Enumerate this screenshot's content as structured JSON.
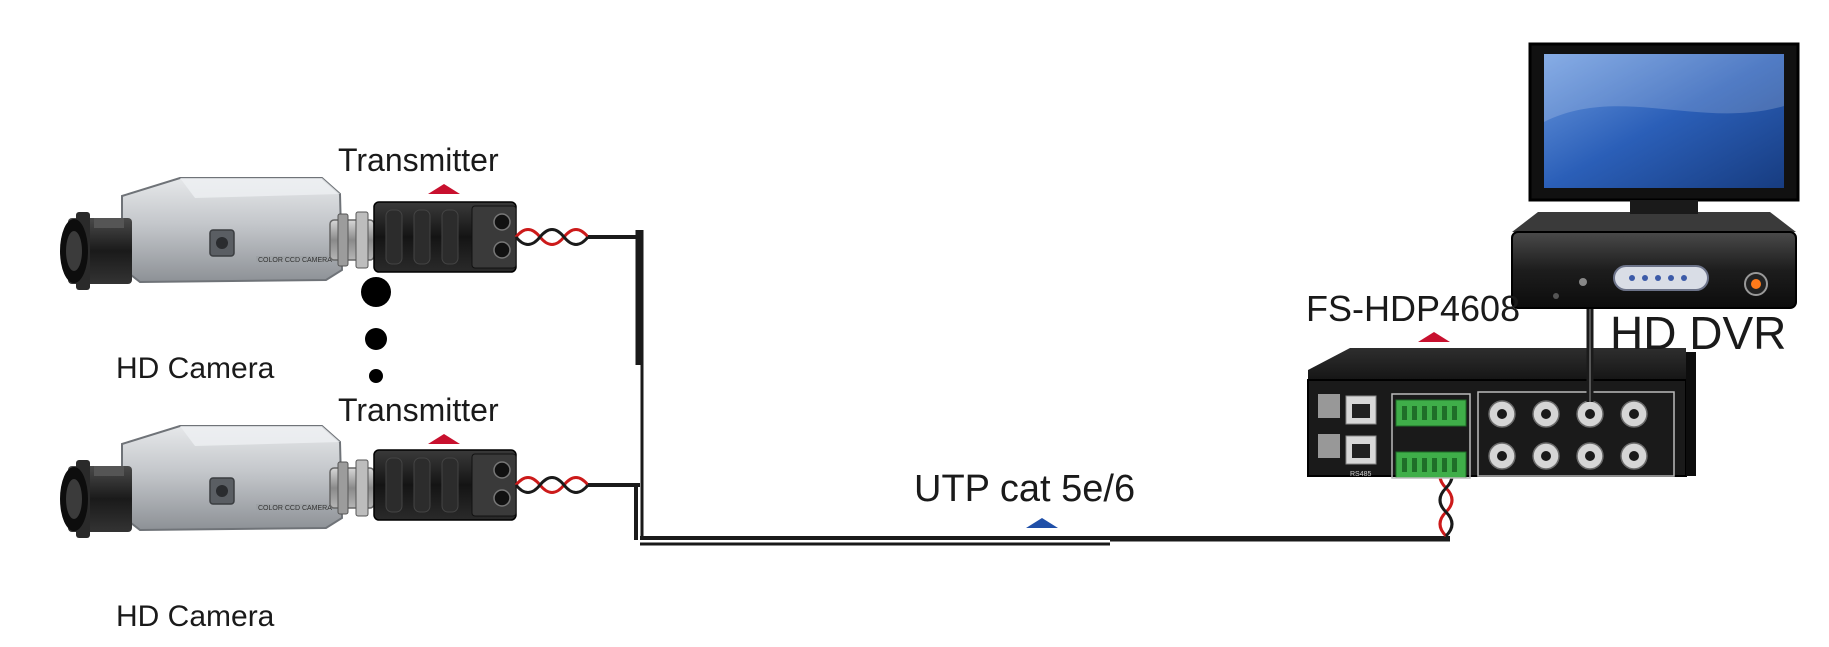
{
  "labels": {
    "transmitter_top": "Transmitter",
    "transmitter_bottom": "Transmitter",
    "camera_top": "HD Camera",
    "camera_bottom": "HD Camera",
    "model": "FS-HDP4608",
    "cable": "UTP cat 5e/6",
    "dvr": "HD DVR",
    "camera_body_text": "COLOR CCD CAMERA",
    "hub_port_caption": "RS485"
  },
  "colors": {
    "cable": "#1a1a1a",
    "twist_red": "#cc1a1a",
    "marker_red": "#c8102e",
    "marker_blue": "#1f4fa8",
    "device_dark": "#1c1c1c",
    "camera_silver": "#b9bcc0",
    "terminal_green": "#3fae49",
    "screen_blue": "#2b5fb8"
  },
  "icons": {
    "camera": "cctv-box-camera-icon",
    "transmitter": "video-balun-transmitter-icon",
    "hub": "passive-video-hub-icon",
    "dvr": "dvr-recorder-icon",
    "monitor": "monitor-icon",
    "marker": "triangle-marker-icon"
  }
}
